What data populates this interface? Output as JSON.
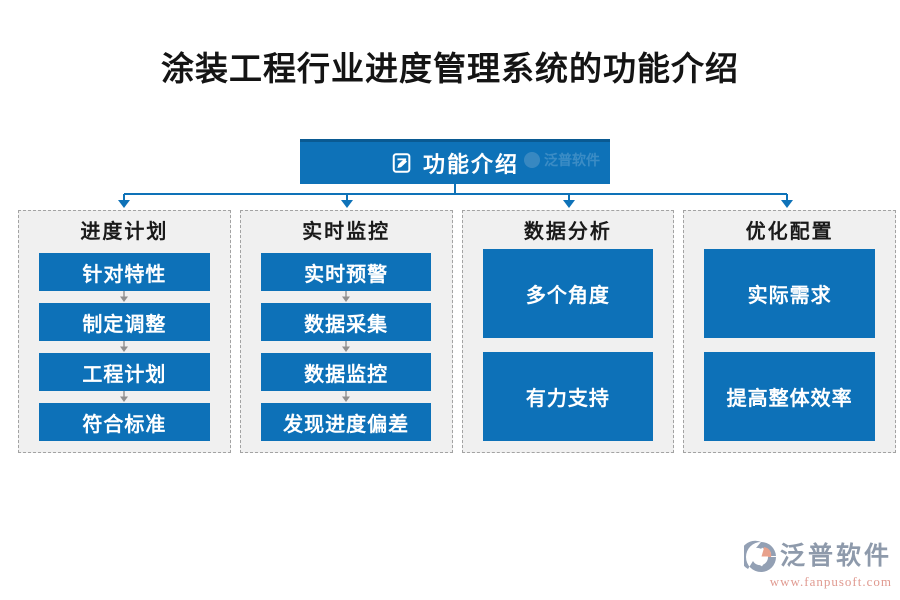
{
  "title": "涂装工程行业进度管理系统的功能介绍",
  "root": {
    "label": "功能介绍",
    "icon": "edit-document-icon"
  },
  "columns": [
    {
      "header": "进度计划",
      "items": [
        "针对特性",
        "制定调整",
        "工程计划",
        "符合标准"
      ]
    },
    {
      "header": "实时监控",
      "items": [
        "实时预警",
        "数据采集",
        "数据监控",
        "发现进度偏差"
      ]
    },
    {
      "header": "数据分析",
      "items": [
        "多个角度",
        "有力支持"
      ]
    },
    {
      "header": "优化配置",
      "items": [
        "实际需求",
        "提高整体效率"
      ]
    }
  ],
  "watermark": {
    "brand": "泛普软件"
  },
  "footer": {
    "brand": "泛普软件",
    "url": "www.fanpusoft.com"
  },
  "colors": {
    "primary_blue": "#0d71b8",
    "connector_blue": "#0e72b8",
    "panel_bg": "#f0f0f0",
    "panel_border": "#a3a3a3",
    "gray_arrow": "#8f8f8f",
    "title_text": "#141414",
    "footer_brand": "#8e9aab",
    "footer_url": "#e09a90"
  }
}
